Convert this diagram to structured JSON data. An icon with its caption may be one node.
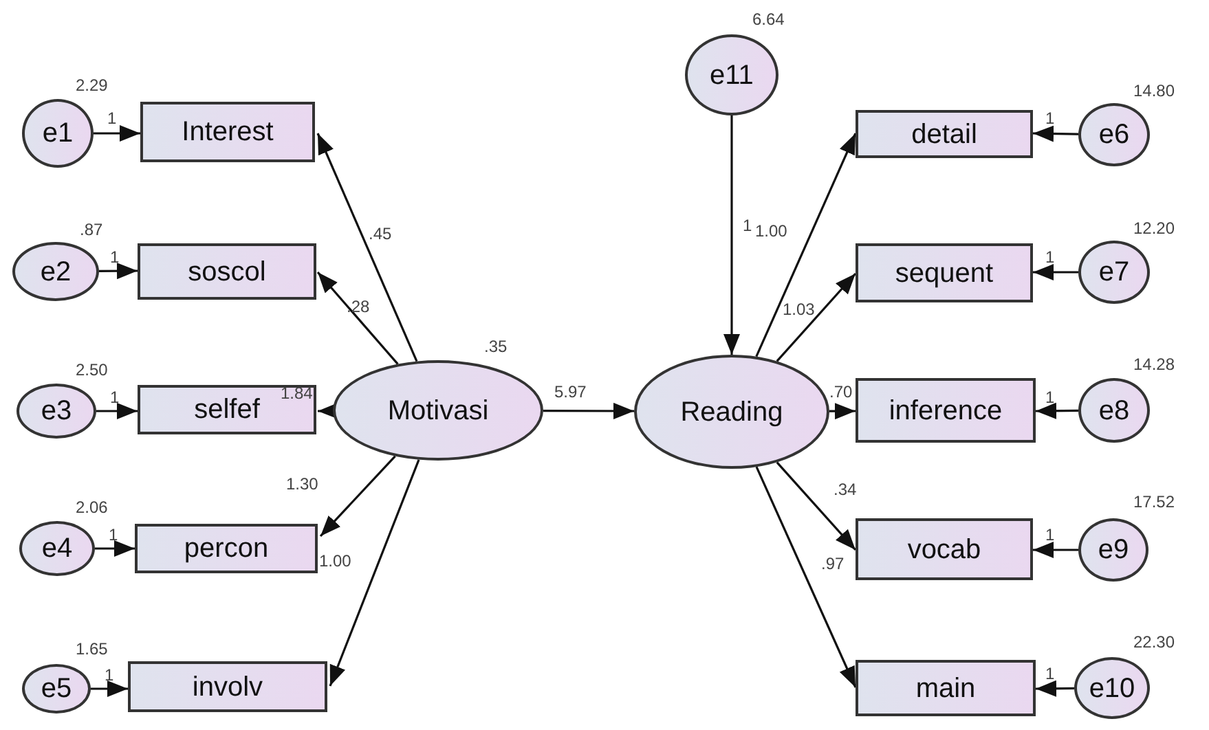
{
  "diagram": {
    "nodes": [
      {
        "text": [
          "e1"
        ],
        "beside": [
          "2.29"
        ]
      },
      {
        "text": [
          "Interest"
        ]
      },
      {
        "text": [
          "e2"
        ],
        "beside": [
          ".87"
        ]
      },
      {
        "text": [
          "soscol"
        ]
      },
      {
        "text": [
          "e3"
        ],
        "beside": [
          "2.50"
        ]
      },
      {
        "text": [
          "selfef"
        ]
      },
      {
        "text": [
          "e4"
        ],
        "beside": [
          "2.06"
        ]
      },
      {
        "text": [
          "percon"
        ]
      },
      {
        "text": [
          "e5"
        ],
        "beside": [
          "1.65"
        ]
      },
      {
        "text": [
          "involv"
        ]
      },
      {
        "text": [
          "Motivasi"
        ],
        "beside": [
          ".35"
        ]
      },
      {
        "text": [
          "e11"
        ],
        "beside": [
          "6.64"
        ]
      },
      {
        "text": [
          "Reading"
        ]
      },
      {
        "text": [
          "detail"
        ]
      },
      {
        "text": [
          "e6"
        ],
        "beside": [
          "14.80"
        ]
      },
      {
        "text": [
          "sequent"
        ]
      },
      {
        "text": [
          "e7"
        ],
        "beside": [
          "12.20"
        ]
      },
      {
        "text": [
          "inference"
        ]
      },
      {
        "text": [
          "e8"
        ],
        "beside": [
          "14.28"
        ]
      },
      {
        "text": [
          "vocab"
        ]
      },
      {
        "text": [
          "e9"
        ],
        "beside": [
          "17.52"
        ]
      },
      {
        "text": [
          "main"
        ]
      },
      {
        "text": [
          "e10"
        ],
        "beside": [
          "22.30"
        ]
      }
    ],
    "edges": [
      {
        "from": 0,
        "to": 1,
        "arrow": "to",
        "label": "1"
      },
      {
        "from": 2,
        "to": 3,
        "arrow": "to",
        "label": "1"
      },
      {
        "from": 4,
        "to": 5,
        "arrow": "to",
        "label": "1"
      },
      {
        "from": 6,
        "to": 7,
        "arrow": "to",
        "label": "1"
      },
      {
        "from": 8,
        "to": 9,
        "arrow": "to",
        "label": "1"
      },
      {
        "from": 10,
        "to": 1,
        "arrow": "to",
        "label": ".45"
      },
      {
        "from": 10,
        "to": 3,
        "arrow": "to",
        "label": ".28"
      },
      {
        "from": 10,
        "to": 5,
        "arrow": "to",
        "label": "1.84"
      },
      {
        "from": 10,
        "to": 7,
        "arrow": "to",
        "label": "1.30"
      },
      {
        "from": 10,
        "to": 9,
        "arrow": "to",
        "label": "1.00"
      },
      {
        "from": 10,
        "to": 12,
        "arrow": "to",
        "label": "5.97"
      },
      {
        "from": 11,
        "to": 12,
        "arrow": "to",
        "label": "1"
      },
      {
        "from": 12,
        "to": 13,
        "arrow": "to",
        "label": "1.00"
      },
      {
        "from": 12,
        "to": 15,
        "arrow": "to",
        "label": "1.03"
      },
      {
        "from": 12,
        "to": 17,
        "arrow": "to",
        "label": ".70"
      },
      {
        "from": 12,
        "to": 19,
        "arrow": "to",
        "label": ".34"
      },
      {
        "from": 12,
        "to": 21,
        "arrow": "to",
        "label": ".97"
      },
      {
        "from": 14,
        "to": 13,
        "arrow": "to",
        "label": "1"
      },
      {
        "from": 16,
        "to": 15,
        "arrow": "to",
        "label": "1"
      },
      {
        "from": 18,
        "to": 17,
        "arrow": "to",
        "label": "1"
      },
      {
        "from": 20,
        "to": 19,
        "arrow": "to",
        "label": "1"
      },
      {
        "from": 22,
        "to": 21,
        "arrow": "to",
        "label": "1"
      }
    ]
  }
}
